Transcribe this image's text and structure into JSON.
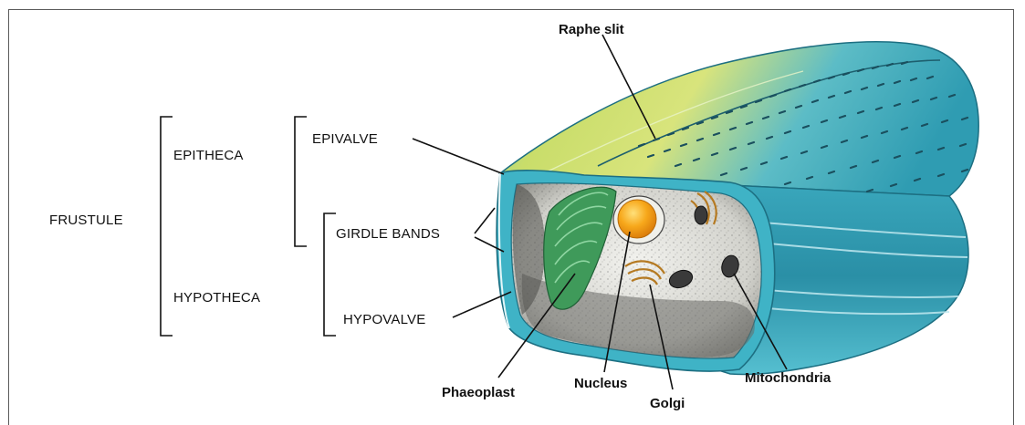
{
  "labels": {
    "frustule": "FRUSTULE",
    "epitheca": "EPITHECA",
    "hypotheca": "HYPOTHECA",
    "epivalve": "EPIVALVE",
    "girdle_bands": "GIRDLE BANDS",
    "hypovalve": "HYPOVALVE",
    "raphe_slit": "Raphe slit",
    "phaeoplast": "Phaeoplast",
    "nucleus": "Nucleus",
    "golgi": "Golgi",
    "mitochondria": "Mitochondria"
  },
  "colors": {
    "shell_dark": "#2a8fa6",
    "shell_mid": "#4fb9c9",
    "shell_light": "#a8dde0",
    "shell_yellow": "#d7e27a",
    "chloroplast": "#3f9a5a",
    "nucleus": "#f5a01a",
    "cytoplasm": "#d9d9d4"
  }
}
